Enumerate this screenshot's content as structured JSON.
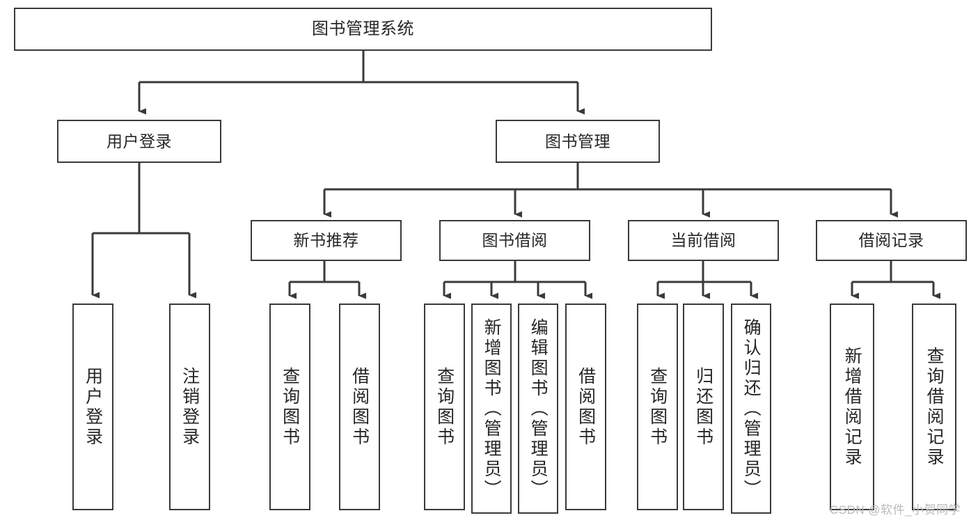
{
  "diagram": {
    "title": "图书管理系统",
    "type": "hierarchy-tree",
    "watermark": "CSDN @软件_小贺同学",
    "colors": {
      "box_border": "#3a3a3a",
      "box_fill": "#ffffff",
      "text": "#262626",
      "connector": "#3a3a3a",
      "watermark": "#b9b9b9",
      "background": "#ffffff"
    },
    "root": {
      "label": "图书管理系统"
    },
    "level2": [
      {
        "label": "用户登录"
      },
      {
        "label": "图书管理"
      }
    ],
    "level3": [
      {
        "label": "新书推荐"
      },
      {
        "label": "图书借阅"
      },
      {
        "label": "当前借阅"
      },
      {
        "label": "借阅记录"
      }
    ],
    "leaves": {
      "user_login": [
        {
          "label": "用户登录"
        },
        {
          "label": "注销登录"
        }
      ],
      "new_book_recommend": [
        {
          "label": "查询图书"
        },
        {
          "label": "借阅图书"
        }
      ],
      "book_borrow": [
        {
          "label": "查询图书"
        },
        {
          "label": "新增图书（管理员）"
        },
        {
          "label": "编辑图书（管理员）"
        },
        {
          "label": "借阅图书"
        }
      ],
      "current_borrow": [
        {
          "label": "查询图书"
        },
        {
          "label": "归还图书"
        },
        {
          "label": "确认归还（管理员）"
        }
      ],
      "borrow_record": [
        {
          "label": "新增借阅记录"
        },
        {
          "label": "查询借阅记录"
        }
      ]
    }
  }
}
